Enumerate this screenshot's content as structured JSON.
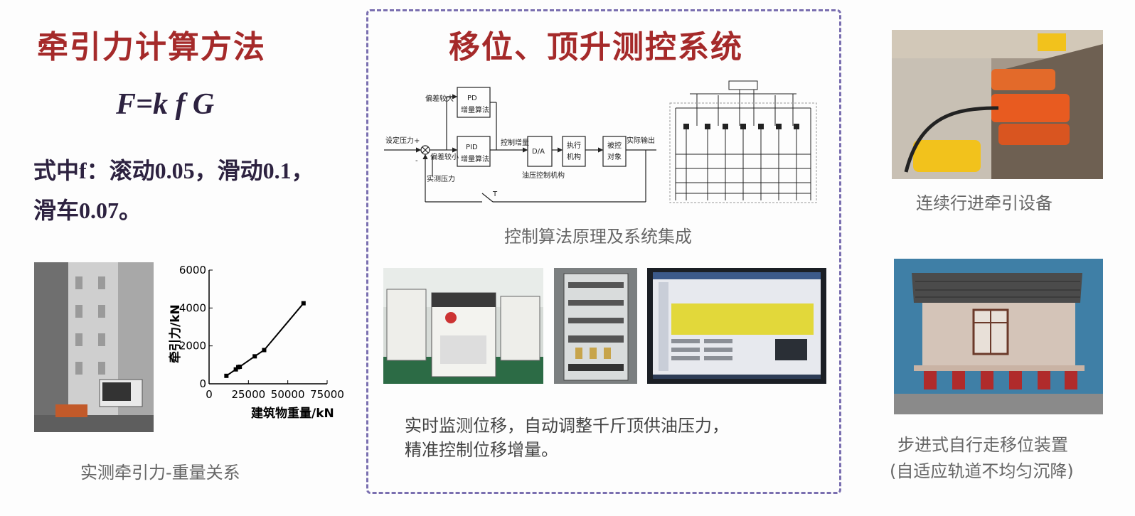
{
  "left": {
    "title": "牵引力计算方法",
    "formula": "F=k f G",
    "desc_line1": "式中f：滚动0.05，滑动0.1，",
    "desc_line2": "滑车0.07。",
    "caption": "实测牵引力-重量关系"
  },
  "center": {
    "title": "移位、顶升测控系统",
    "diagram_caption": "控制算法原理及系统集成",
    "diagram_labels": {
      "setpoint": "设定压力+",
      "dev_large": "偏差较大",
      "dev_small": "偏差较小",
      "measured": "实测压力",
      "pd": "PD",
      "pd_algo": "增量算法",
      "pid": "PID",
      "pid_algo": "增量算法",
      "ctrl_inc": "控制增量",
      "da": "D/A",
      "exec1": "执行",
      "exec2": "机构",
      "plant1": "被控",
      "plant2": "对象",
      "actual": "实际输出",
      "hydraulic": "油压控制机构",
      "switch": "T",
      "minus": "-"
    },
    "bottom_text_line1": "实时监测位移，自动调整千斤顶供油压力，",
    "bottom_text_line2": "精准控制位移增量。"
  },
  "right": {
    "caption1": "连续行进牵引设备",
    "caption2_line1": "步进式自行走移位装置",
    "caption2_line2": "(自适应轨道不均匀沉降)"
  },
  "chart_data": {
    "type": "line",
    "xlabel": "建筑物重量/kN",
    "ylabel": "牵引力/kN",
    "xlim": [
      0,
      75000
    ],
    "ylim": [
      0,
      6000
    ],
    "xticks": [
      "0",
      "25000",
      "50000",
      "75000"
    ],
    "yticks": [
      "0",
      "2000",
      "4000",
      "6000"
    ],
    "x": [
      11000,
      17000,
      18500,
      19500,
      29000,
      35000,
      60000
    ],
    "y": [
      420,
      760,
      880,
      900,
      1450,
      1780,
      4250
    ]
  },
  "colors": {
    "title_red": "#a52a2a",
    "dash_border": "#7a6fb0"
  }
}
